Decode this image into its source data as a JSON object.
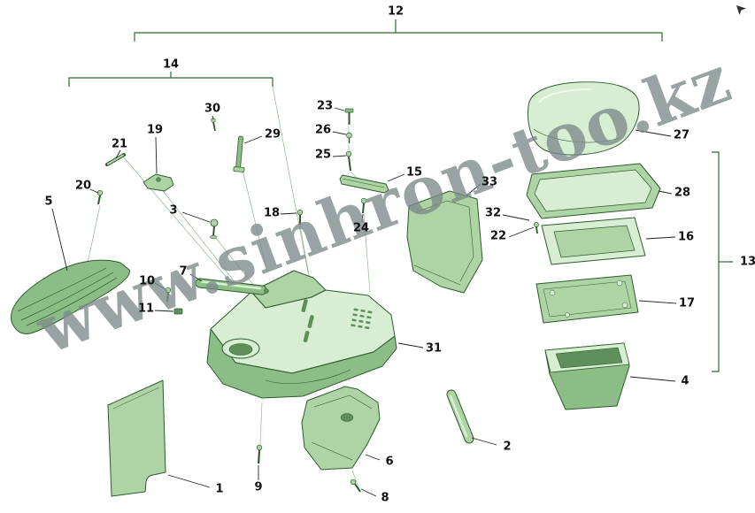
{
  "watermark": {
    "text": "www.sinhron-too.kz"
  },
  "brackets": {
    "group_12": "12",
    "group_13": "13",
    "group_14": "14"
  },
  "callouts": {
    "1": "1",
    "2": "2",
    "3": "3",
    "4": "4",
    "5": "5",
    "6": "6",
    "7": "7",
    "8": "8",
    "9": "9",
    "10": "10",
    "11": "11",
    "15": "15",
    "16": "16",
    "17": "17",
    "18": "18",
    "19": "19",
    "20": "20",
    "21": "21",
    "22": "22",
    "23": "23",
    "24": "24",
    "25": "25",
    "26": "26",
    "27": "27",
    "28": "28",
    "29": "29",
    "30": "30",
    "31": "31",
    "32": "32",
    "33": "33"
  },
  "colors": {
    "outline": "#2d5a2d",
    "fill_light": "#d8eed2",
    "fill_mid": "#aed4a6",
    "fill_dark": "#8cbd86",
    "fill_deep": "#5f8f5b",
    "bracket": "#2e6b2e",
    "leader": "#222222",
    "guide": "#92b592",
    "label_text": "#111111",
    "watermark_color": "#7d8a8a"
  }
}
